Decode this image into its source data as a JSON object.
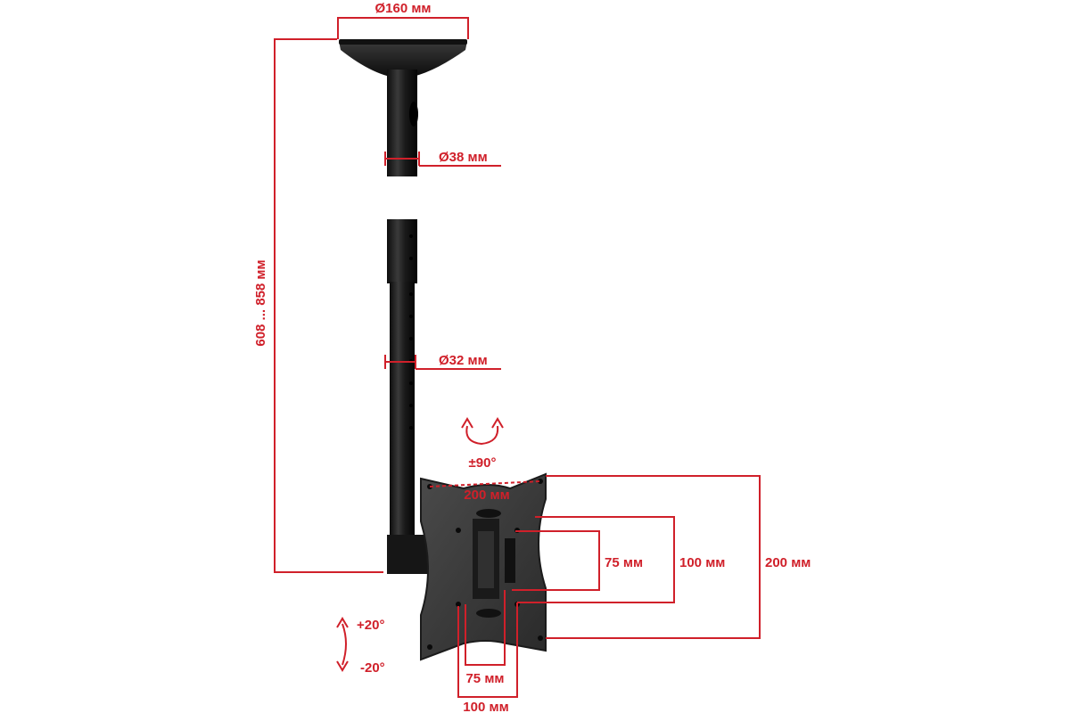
{
  "labels": {
    "plate_diameter": "Ø160 мм",
    "upper_tube_diameter": "Ø38 мм",
    "lower_tube_diameter": "Ø32 мм",
    "height_range": "608 ... 858 мм",
    "swivel_angle": "±90°",
    "tilt_up": "+20°",
    "tilt_down": "-20°",
    "vesa_diag": "200 мм",
    "vesa_h_75": "75 мм",
    "vesa_h_100": "100 мм",
    "vesa_h_200": "200 мм",
    "vesa_w_75": "75 мм",
    "vesa_w_100": "100 мм"
  },
  "colors": {
    "dimension": "#d0202a",
    "metal": "#1c1c1c"
  }
}
